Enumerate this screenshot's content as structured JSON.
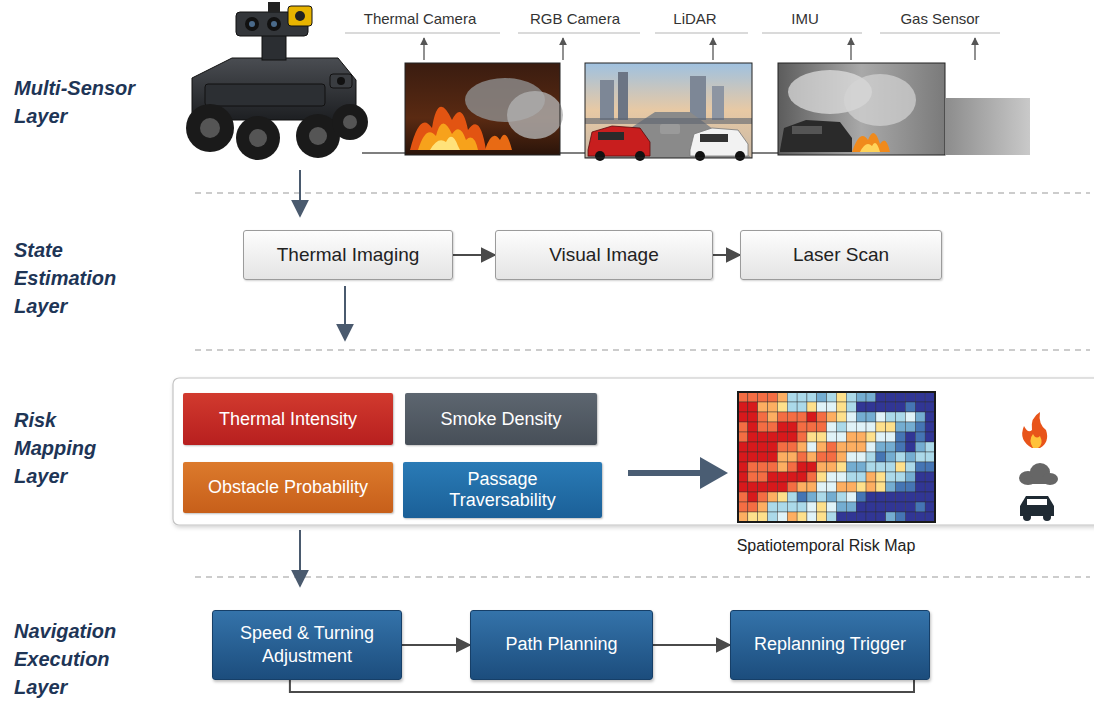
{
  "diagram": {
    "nodes": [
      {
        "text": [
          "Thermal Imaging"
        ]
      },
      {
        "text": [
          "Visual Image"
        ]
      },
      {
        "text": [
          "Laser Scan"
        ]
      },
      {
        "text": [
          "Thermal Intensity"
        ]
      },
      {
        "text": [
          "Smoke Density"
        ]
      },
      {
        "text": [
          "Obstacle Probability"
        ]
      },
      {
        "text": [
          "Passage Traversability"
        ]
      },
      {
        "text": [
          "Speed & Turning Adjustment"
        ]
      },
      {
        "text": [
          "Path Planning"
        ]
      },
      {
        "text": [
          "Replanning Trigger"
        ]
      }
    ],
    "edges": [
      {
        "from": 0,
        "to": 1,
        "arrow": "to"
      },
      {
        "from": 1,
        "to": 2,
        "arrow": "to"
      },
      {
        "from": 7,
        "to": 8,
        "arrow": "to"
      },
      {
        "from": 8,
        "to": 9,
        "arrow": "to"
      },
      {
        "from": 9,
        "to": 7,
        "arrow": "none"
      }
    ],
    "labels": [
      "Multi-Sensor Layer",
      "Thermal Camera",
      "RGB Camera",
      "LiDAR",
      "IMU",
      "Gas Sensor",
      "State Estimation Layer",
      "Risk Mapping Layer",
      "Spatiotemporal Risk Map",
      "Navigation Execution Layer"
    ]
  }
}
